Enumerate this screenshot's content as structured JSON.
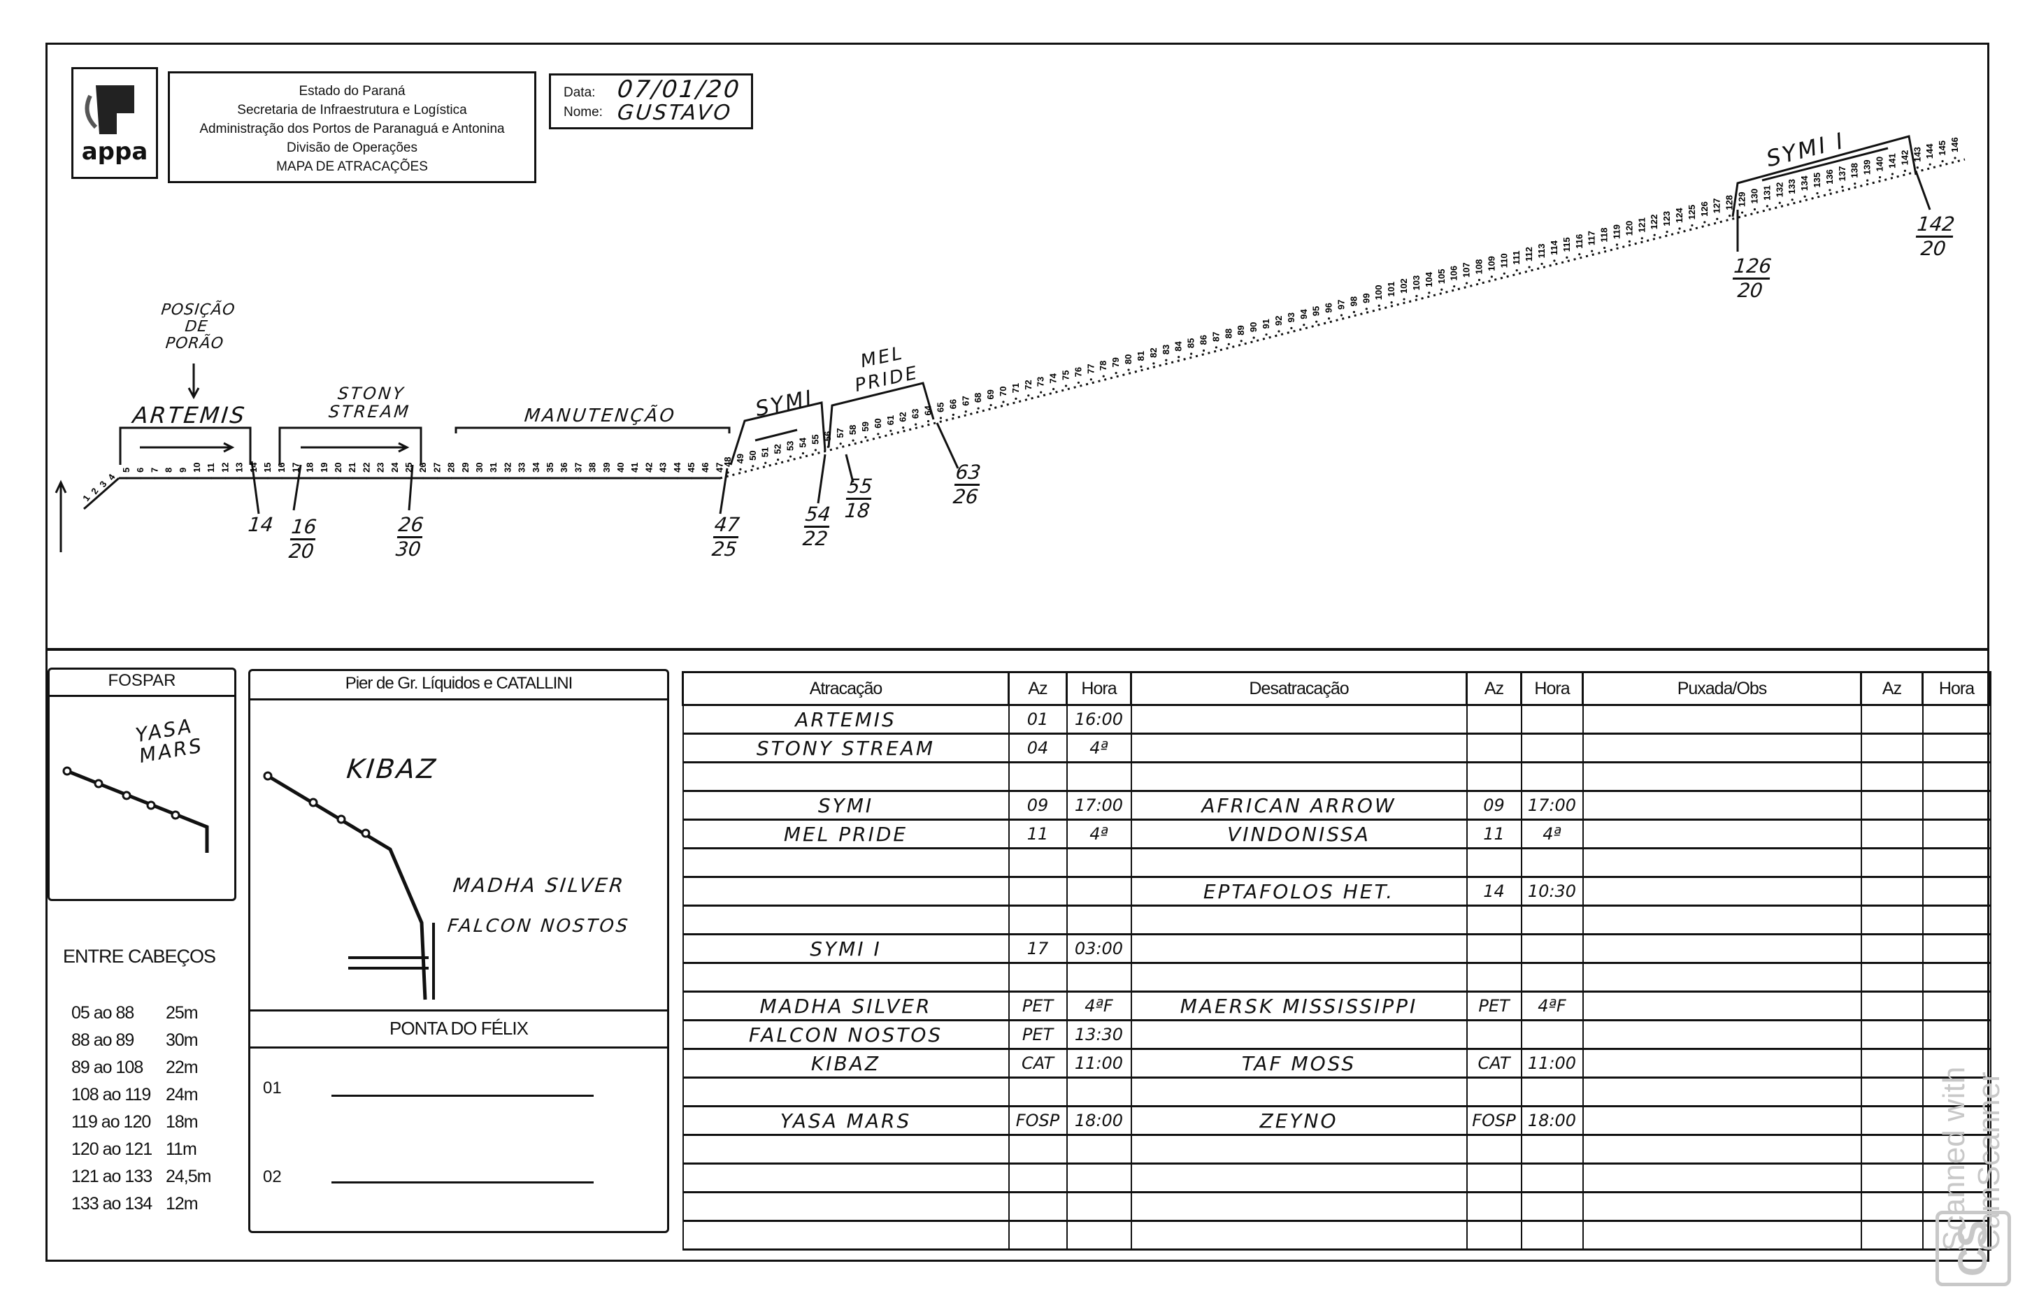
{
  "header": {
    "logo_text": "appa",
    "title_lines": [
      "Estado do Paraná",
      "Secretaria de Infraestrutura e Logística",
      "Administração dos Portos de Paranaguá e Antonina",
      "Divisão de Operações",
      "MAPA DE ATRACAÇÕES"
    ],
    "date_label": "Data:",
    "date_value": "07/01/20",
    "name_label": "Nome:",
    "name_value": "GUSTAVO"
  },
  "berth_map": {
    "bollards": {
      "first": 1,
      "last": 146
    },
    "hold_position_note": [
      "POSIÇÃO",
      "DE",
      "PORÃO"
    ],
    "ships": [
      {
        "name": "ARTEMIS"
      },
      {
        "name": "STONY STREAM"
      },
      {
        "name": "MANUTENÇÃO"
      },
      {
        "name": "SYMI"
      },
      {
        "name": "MEL PRIDE"
      },
      {
        "name": "SYMI I"
      }
    ],
    "markers": [
      {
        "top": "14",
        "bottom": ""
      },
      {
        "top": "16",
        "bottom": "20"
      },
      {
        "top": "26",
        "bottom": "30"
      },
      {
        "top": "47",
        "bottom": "25"
      },
      {
        "top": "54",
        "bottom": "22"
      },
      {
        "top": "55",
        "bottom": "18"
      },
      {
        "top": "63",
        "bottom": "26"
      },
      {
        "top": "126",
        "bottom": "20"
      },
      {
        "top": "142",
        "bottom": "20"
      }
    ]
  },
  "fospar": {
    "title": "FOSPAR",
    "ship": "YASA MARS"
  },
  "pier": {
    "title": "Pier de Gr. Líquidos e CATALLINI",
    "ships": [
      "KIBAZ",
      "MADHA SILVER",
      "FALCON NOSTOS"
    ]
  },
  "ponta_do_felix": {
    "title": "PONTA DO FÉLIX",
    "berths": [
      "01",
      "02"
    ]
  },
  "entre_cabecos": {
    "title": "ENTRE CABEÇOS",
    "rows": [
      {
        "range": "05 ao 88",
        "dist": "25m"
      },
      {
        "range": "88 ao 89",
        "dist": "30m"
      },
      {
        "range": "89 ao 108",
        "dist": "22m"
      },
      {
        "range": "108 ao 119",
        "dist": "24m"
      },
      {
        "range": "119 ao 120",
        "dist": "18m"
      },
      {
        "range": "120 ao 121",
        "dist": "11m"
      },
      {
        "range": "121 ao 133",
        "dist": "24,5m"
      },
      {
        "range": "133 ao 134",
        "dist": "12m"
      }
    ]
  },
  "table": {
    "columns": [
      "Atracação",
      "Az",
      "Hora",
      "Desatracação",
      "Az",
      "Hora",
      "Puxada/Obs",
      "Az",
      "Hora"
    ],
    "rows": [
      [
        "ARTEMIS",
        "01",
        "16:00",
        "",
        "",
        "",
        "",
        "",
        ""
      ],
      [
        "STONY STREAM",
        "04",
        "4ª",
        "",
        "",
        "",
        "",
        "",
        ""
      ],
      [
        "",
        "",
        "",
        "",
        "",
        "",
        "",
        "",
        ""
      ],
      [
        "SYMI",
        "09",
        "17:00",
        "AFRICAN ARROW",
        "09",
        "17:00",
        "",
        "",
        ""
      ],
      [
        "MEL PRIDE",
        "11",
        "4ª",
        "VINDONISSA",
        "11",
        "4ª",
        "",
        "",
        ""
      ],
      [
        "",
        "",
        "",
        "",
        "",
        "",
        "",
        "",
        ""
      ],
      [
        "",
        "",
        "",
        "EPTAFOLOS HET.",
        "14",
        "10:30",
        "",
        "",
        ""
      ],
      [
        "",
        "",
        "",
        "",
        "",
        "",
        "",
        "",
        ""
      ],
      [
        "SYMI I",
        "17",
        "03:00",
        "",
        "",
        "",
        "",
        "",
        ""
      ],
      [
        "",
        "",
        "",
        "",
        "",
        "",
        "",
        "",
        ""
      ],
      [
        "MADHA SILVER",
        "PET",
        "4ªF",
        "MAERSK MISSISSIPPI",
        "PET",
        "4ªF",
        "",
        "",
        ""
      ],
      [
        "FALCON NOSTOS",
        "PET",
        "13:30",
        "",
        "",
        "",
        "",
        "",
        ""
      ],
      [
        "KIBAZ",
        "CAT",
        "11:00",
        "TAF MOSS",
        "CAT",
        "11:00",
        "",
        "",
        ""
      ],
      [
        "",
        "",
        "",
        "",
        "",
        "",
        "",
        "",
        ""
      ],
      [
        "YASA MARS",
        "FOSP",
        "18:00",
        "ZEYNO",
        "FOSP",
        "18:00",
        "",
        "",
        ""
      ],
      [
        "",
        "",
        "",
        "",
        "",
        "",
        "",
        "",
        ""
      ],
      [
        "",
        "",
        "",
        "",
        "",
        "",
        "",
        "",
        ""
      ],
      [
        "",
        "",
        "",
        "",
        "",
        "",
        "",
        "",
        ""
      ],
      [
        "",
        "",
        "",
        "",
        "",
        "",
        "",
        "",
        ""
      ]
    ]
  },
  "watermark": {
    "line1": "Scanned with",
    "line2": "CamScanner",
    "logo": "CS"
  }
}
